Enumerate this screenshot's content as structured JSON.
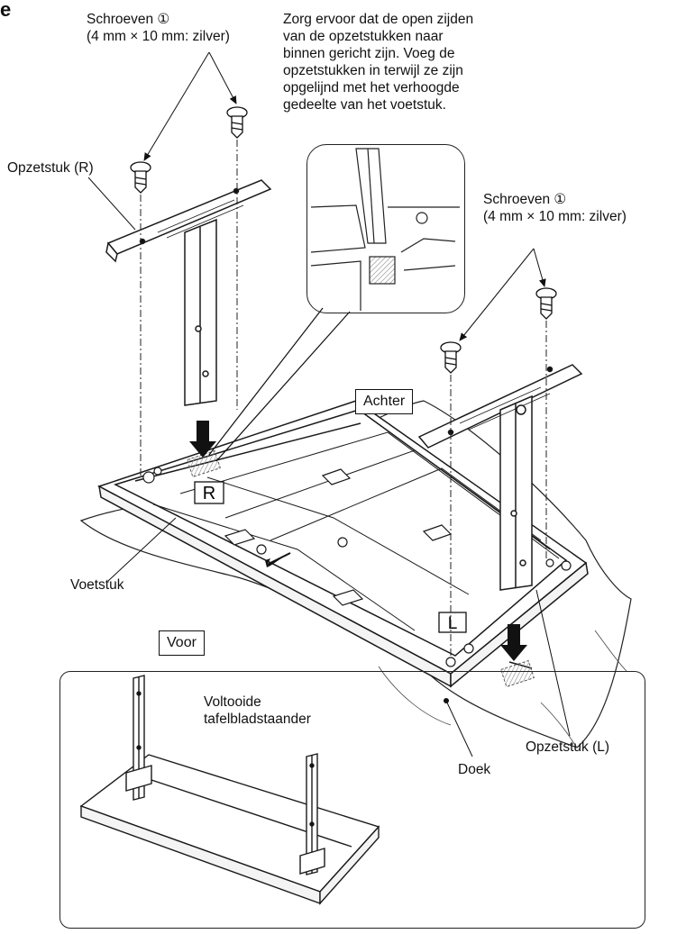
{
  "labels": {
    "screws_top_left": {
      "line1": "Schroeven ①",
      "line2": "(4 mm × 10 mm: zilver)"
    },
    "screws_right": {
      "line1": "Schroeven ①",
      "line2": "(4 mm × 10 mm: zilver)"
    },
    "instruction": {
      "line1": "Zorg ervoor dat de open zijden",
      "line2": "van de opzetstukken naar",
      "line3": "binnen gericht zijn. Voeg de",
      "line4": "opzetstukken in terwijl ze zijn",
      "line5": "opgelijnd met het verhoogde",
      "line6": "gedeelte van het voetstuk."
    },
    "attachment_r": "Opzetstuk (R)",
    "attachment_l": "Opzetstuk (L)",
    "base": "Voetstuk",
    "cloth": "Doek",
    "back": "Achter",
    "front": "Voor",
    "base_mark_r": "R",
    "base_mark_l": "L",
    "completed": {
      "line1": "Voltooide",
      "line2": "tafelbladstaander"
    },
    "corner": "e"
  },
  "colors": {
    "line": "#1a1a1a",
    "hatch": "#9a9a9a",
    "fill": "#ffffff"
  }
}
